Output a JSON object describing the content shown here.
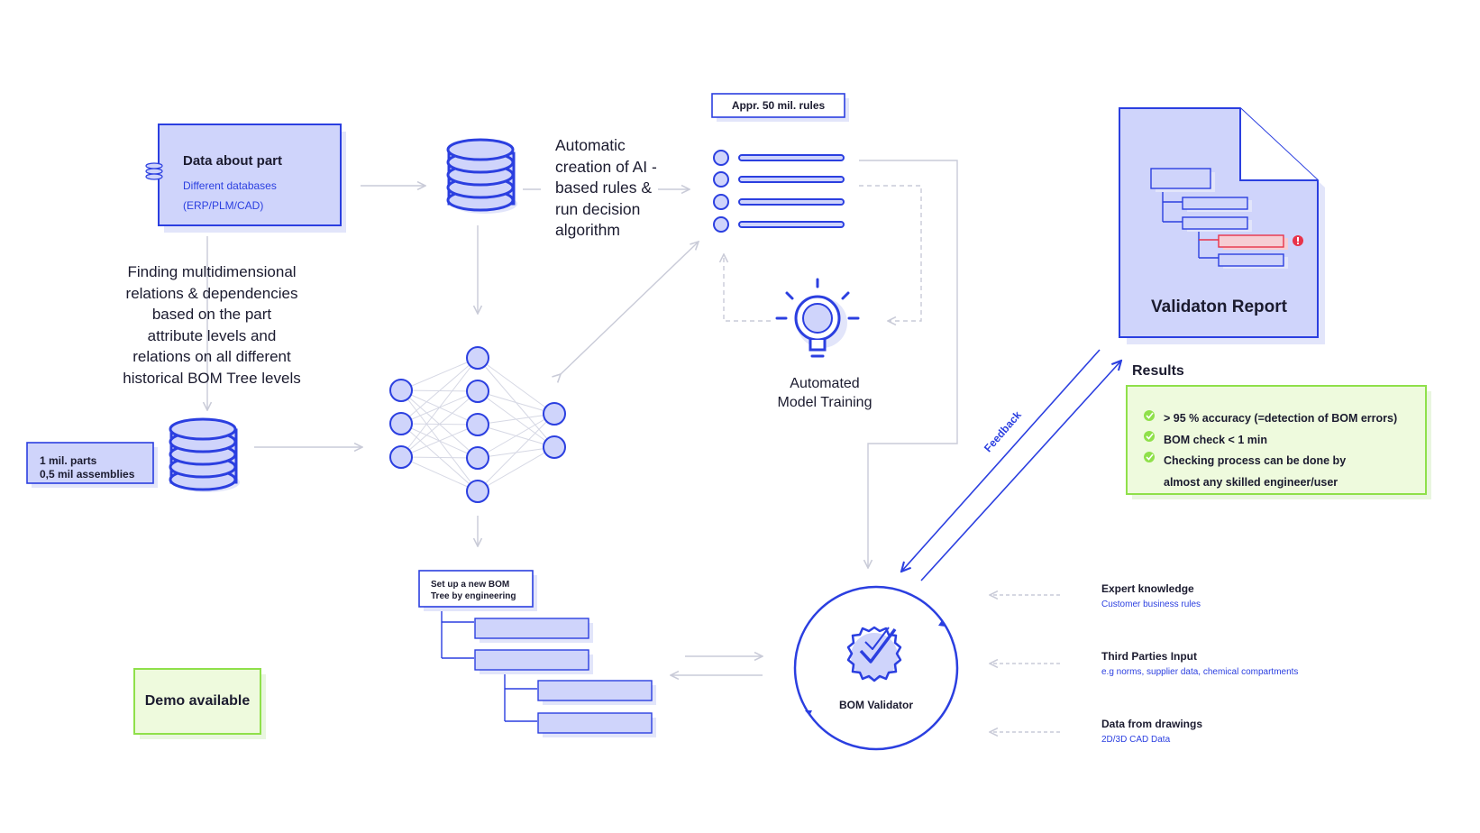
{
  "data_part": {
    "title": "Data about part",
    "sub1": "Different databases",
    "sub2": "(ERP/PLM/CAD)"
  },
  "finding_text": [
    "Finding multidimensional",
    "relations & dependencies",
    "based on the part",
    "attribute levels and",
    "relations on all different",
    "historical BOM Tree levels"
  ],
  "parts_box": {
    "line1": "1 mil. parts",
    "line2": "0,5  mil assemblies"
  },
  "auto_text": [
    "Automatic",
    "creation of AI -",
    "based rules &",
    "run decision",
    "algorithm"
  ],
  "rules_label": "Appr. 50 mil. rules",
  "model_training": [
    "Automated",
    "Model Training"
  ],
  "new_bom": [
    "Set up a new BOM",
    "Tree by engineering"
  ],
  "demo_label": "Demo available",
  "validator_label": "BOM Validator",
  "feedback_label": "Feedback",
  "report_title": "Validaton Report",
  "results": {
    "title": "Results",
    "items": [
      [
        ">  95 % accuracy (=detection of BOM errors)"
      ],
      [
        "BOM check < 1 min"
      ],
      [
        "Checking process can be done by",
        "almost any skilled engineer/user"
      ]
    ]
  },
  "inputs": [
    {
      "title": "Expert knowledge",
      "sub": "Customer business rules"
    },
    {
      "title": "Third Parties Input",
      "sub": "e.g norms, supplier data, chemical compartments"
    },
    {
      "title": "Data from drawings",
      "sub": "2D/3D CAD Data"
    }
  ],
  "colors": {
    "blue": "#2b3fe0",
    "fill": "#cfd4fb",
    "shadow": "#e2e5fa",
    "green": "#8fe04a",
    "green_fill": "#eefadd",
    "line": "#c9cbd8",
    "error": "#e8334a"
  }
}
